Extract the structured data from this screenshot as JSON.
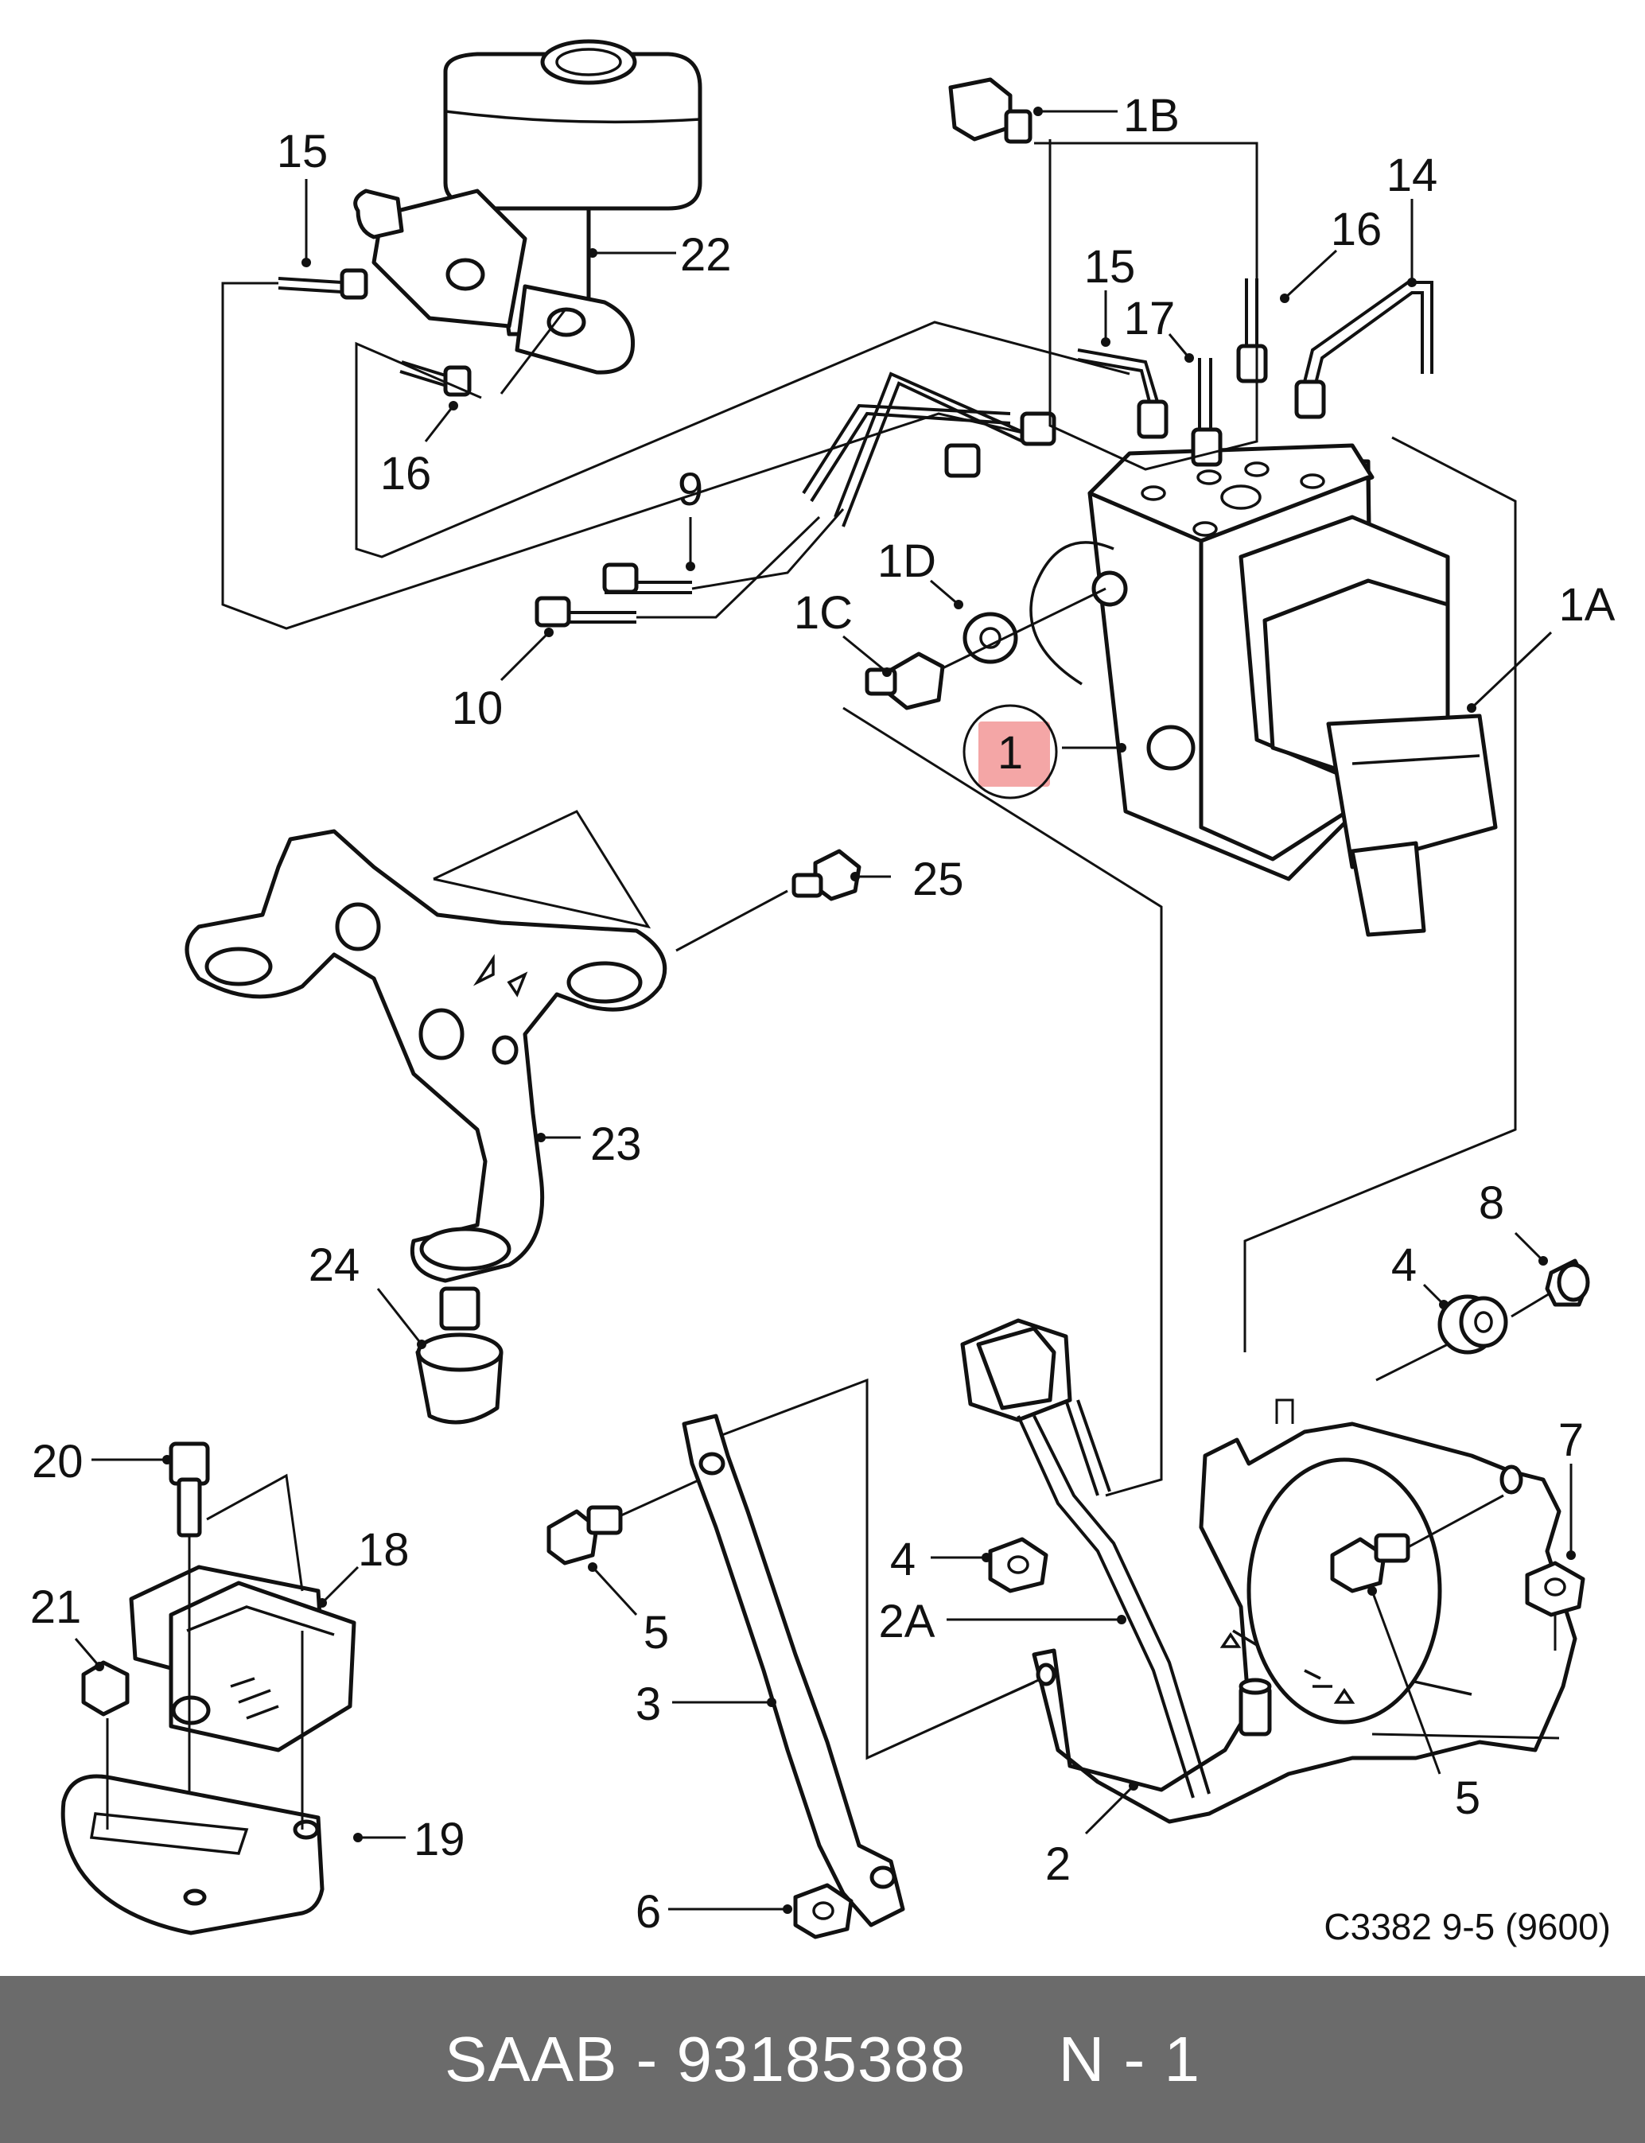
{
  "diagram": {
    "callouts": {
      "c15a": "15",
      "c22": "22",
      "c16a": "16",
      "c1b": "1B",
      "c14": "14",
      "c16b": "16",
      "c15b": "15",
      "c17": "17",
      "c9": "9",
      "c10": "10",
      "c1d": "1D",
      "c1c": "1C",
      "c1a": "1A",
      "c1": "1",
      "c25": "25",
      "c23": "23",
      "c24": "24",
      "c8": "8",
      "c4a": "4",
      "c7": "7",
      "c20": "20",
      "c18": "18",
      "c21": "21",
      "c19": "19",
      "c5a": "5",
      "c4b": "4",
      "c2a": "2A",
      "c3": "3",
      "c6": "6",
      "c2": "2",
      "c5b": "5"
    },
    "figure_code": "C3382 9-5 (9600)",
    "highlight_color": "#f4a6a6"
  },
  "footer": {
    "text": "SAAB - 93185388     N - 1",
    "background": "#6b6b6b"
  }
}
